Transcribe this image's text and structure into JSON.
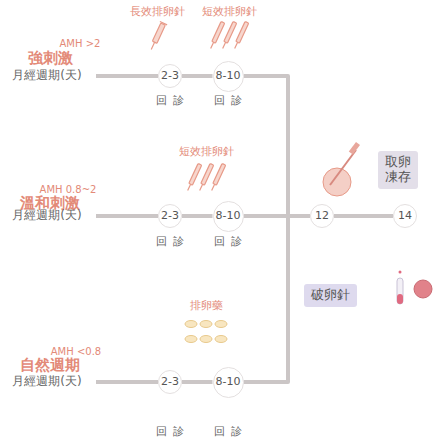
{
  "diagram": {
    "nodes": [
      {
        "text": [
          "2-3"
        ]
      },
      {
        "text": [
          "8-10"
        ]
      },
      {
        "text": [
          "2-3"
        ]
      },
      {
        "text": [
          "8-10"
        ]
      },
      {
        "text": [
          "12"
        ]
      },
      {
        "text": [
          "14"
        ]
      },
      {
        "text": [
          "取卵凍存"
        ]
      },
      {
        "text": [
          "破卵針"
        ]
      },
      {
        "text": [
          "2-3"
        ]
      },
      {
        "text": [
          "8-10"
        ]
      }
    ],
    "edges": [
      {
        "from": 0,
        "to": 1,
        "arrow": "none"
      },
      {
        "from": 1,
        "to": 4,
        "arrow": "none"
      },
      {
        "from": 2,
        "to": 3,
        "arrow": "none"
      },
      {
        "from": 3,
        "to": 4,
        "arrow": "none"
      },
      {
        "from": 4,
        "to": 5,
        "arrow": "none"
      },
      {
        "from": 8,
        "to": 9,
        "arrow": "none"
      },
      {
        "from": 9,
        "to": 4,
        "arrow": "none"
      }
    ],
    "labels": [
      "長效排卵針",
      "短效排卵針",
      "AMH >2",
      "強刺激",
      "月經週期(天)",
      "回診",
      "回診",
      "短效排卵針",
      "AMH 0.8~2",
      "溫和刺激",
      "月經週期(天)",
      "回診",
      "回診",
      "排卵藥",
      "AMH <0.8",
      "自然週期",
      "月經週期(天)",
      "回診",
      "回診"
    ]
  }
}
